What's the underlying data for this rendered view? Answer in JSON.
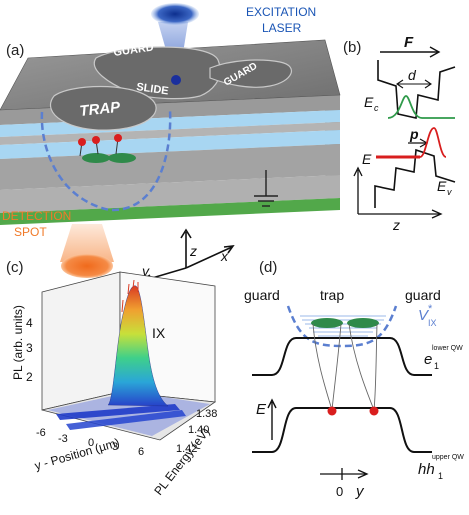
{
  "panels": {
    "a": {
      "label": "(a)",
      "laser": [
        "EXCITATION",
        "LASER"
      ],
      "detection": [
        "DETECTION",
        "SPOT"
      ],
      "regions": {
        "guard1": "GUARD",
        "guard2": "GUARD",
        "slide": "SLIDE",
        "trap": "TRAP"
      },
      "axes": {
        "z": "z",
        "y": "y",
        "x": "x"
      },
      "colors": {
        "laser": "#1a3f9c",
        "detection": "#f07a2a",
        "top": "#7f7f7f",
        "layer": "#a8d6f2",
        "substrate": "#52a84a"
      }
    },
    "b": {
      "label": "(b)",
      "field": "F",
      "d": "d",
      "Ec": "E",
      "Ec_sub": "c",
      "p": "p",
      "E": "E",
      "Ev": "E",
      "Ev_sub": "v",
      "z": "z"
    },
    "c": {
      "label": "(c)",
      "zlabel": "PL (arb. units)",
      "ylabel": "y - Position (µm)",
      "xlabel": "PL Energy (eV)",
      "peak": "IX",
      "zticks": [
        "2",
        "3",
        "4"
      ],
      "yticks": [
        "-6",
        "-3",
        "0",
        "3",
        "6"
      ],
      "xticks": [
        "1.38",
        "1.40",
        "1.42"
      ]
    },
    "d": {
      "label": "(d)",
      "guard_left": "guard",
      "trap": "trap",
      "guard_right": "guard",
      "vix": "V",
      "vix_sub": "IX",
      "vix_sup": "*",
      "e1": "e",
      "e1_sub": "1",
      "e1_sup": "lower QW",
      "hh1": "hh",
      "hh1_sub": "1",
      "hh1_sup": "upper QW",
      "E": "E",
      "zero": "0",
      "y": "y"
    }
  }
}
